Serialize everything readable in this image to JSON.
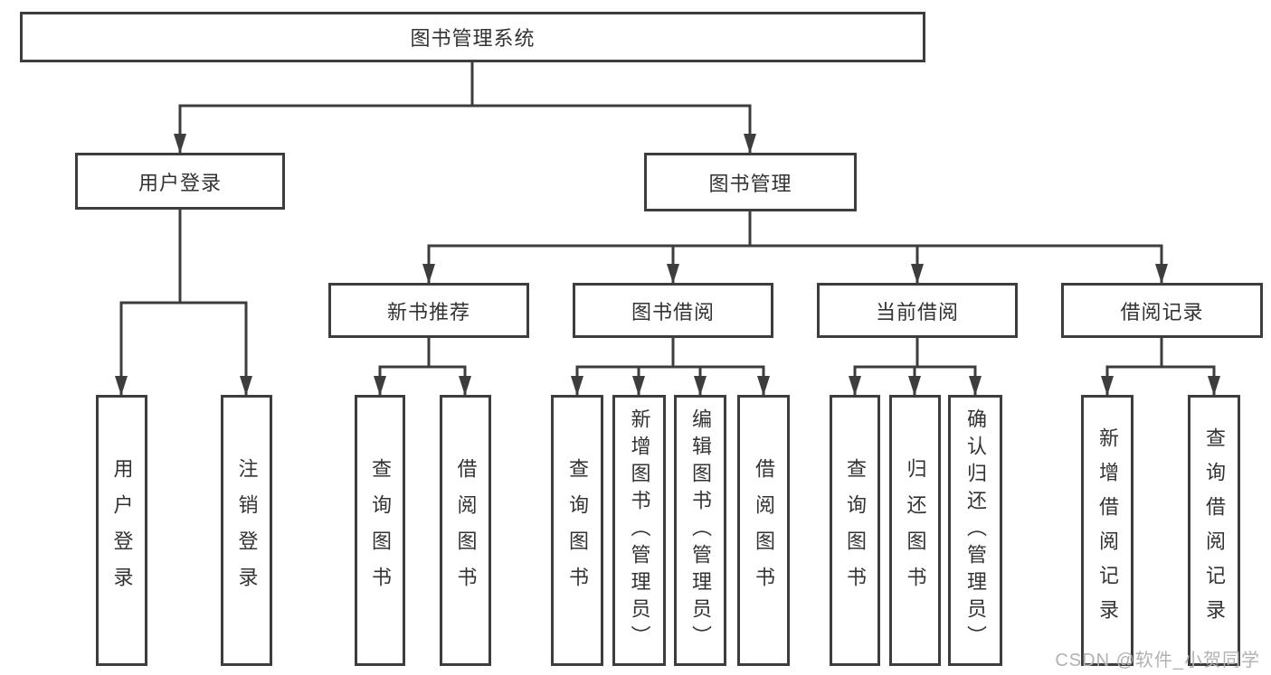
{
  "colors": {
    "line": "#3d3d3d",
    "box_border": "#3d3d3d",
    "text": "#333333",
    "background": "#ffffff",
    "watermark": "#b2b2b2"
  },
  "watermark": {
    "text": "CSDN @软件_小贺同学"
  },
  "diagram": {
    "type": "hierarchy-tree",
    "root": {
      "label": "图书管理系统"
    },
    "level2": [
      {
        "label": "用户登录",
        "children": [
          {
            "label": "用户登录"
          },
          {
            "label": "注销登录"
          }
        ]
      },
      {
        "label": "图书管理",
        "children": [
          {
            "label": "新书推荐",
            "children": [
              {
                "label": "查询图书"
              },
              {
                "label": "借阅图书"
              }
            ]
          },
          {
            "label": "图书借阅",
            "children": [
              {
                "label": "查询图书"
              },
              {
                "label": "新增图书（管理员）"
              },
              {
                "label": "编辑图书（管理员）"
              },
              {
                "label": "借阅图书"
              }
            ]
          },
          {
            "label": "当前借阅",
            "children": [
              {
                "label": "查询图书"
              },
              {
                "label": "归还图书"
              },
              {
                "label": "确认归还（管理员）"
              }
            ]
          },
          {
            "label": "借阅记录",
            "children": [
              {
                "label": "新增借阅记录"
              },
              {
                "label": "查询借阅记录"
              }
            ]
          }
        ]
      }
    ]
  }
}
